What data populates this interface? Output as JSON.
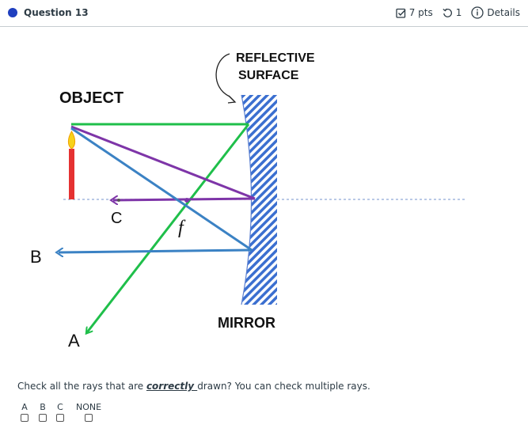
{
  "header": {
    "question_title": "Question 13",
    "points": "7 pts",
    "attempts": "1",
    "details": "Details"
  },
  "figure": {
    "label_object": "OBJECT",
    "label_reflective_1": "REFLECTIVE",
    "label_reflective_2": "SURFACE",
    "label_mirror": "MIRROR",
    "label_c": "C",
    "label_f": "f",
    "label_a": "A",
    "label_b": "B",
    "colors": {
      "green": "#1fbf4a",
      "purple": "#7e35a8",
      "blue": "#3b82c4",
      "candle": "#e53232",
      "axis": "#8fa9d8"
    }
  },
  "prompt": {
    "before": "Check all the rays that are ",
    "emphasis": "correctly ",
    "after": "drawn?  You can check multiple rays."
  },
  "options": [
    {
      "label": "A"
    },
    {
      "label": "B"
    },
    {
      "label": "C"
    },
    {
      "label": "NONE"
    }
  ]
}
